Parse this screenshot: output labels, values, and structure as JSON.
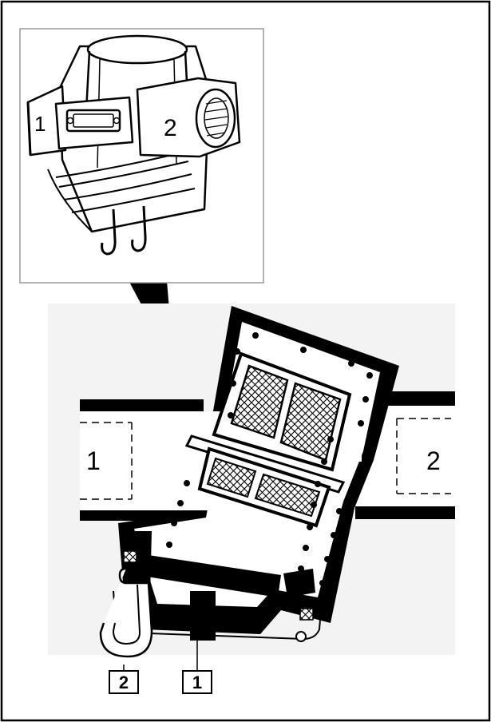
{
  "figure": {
    "inset_labels": {
      "left_port": "1",
      "right_port": "2"
    },
    "section_labels": {
      "left_port": "1",
      "right_port": "2"
    },
    "callouts": {
      "hook": "2",
      "stem": "1"
    }
  }
}
